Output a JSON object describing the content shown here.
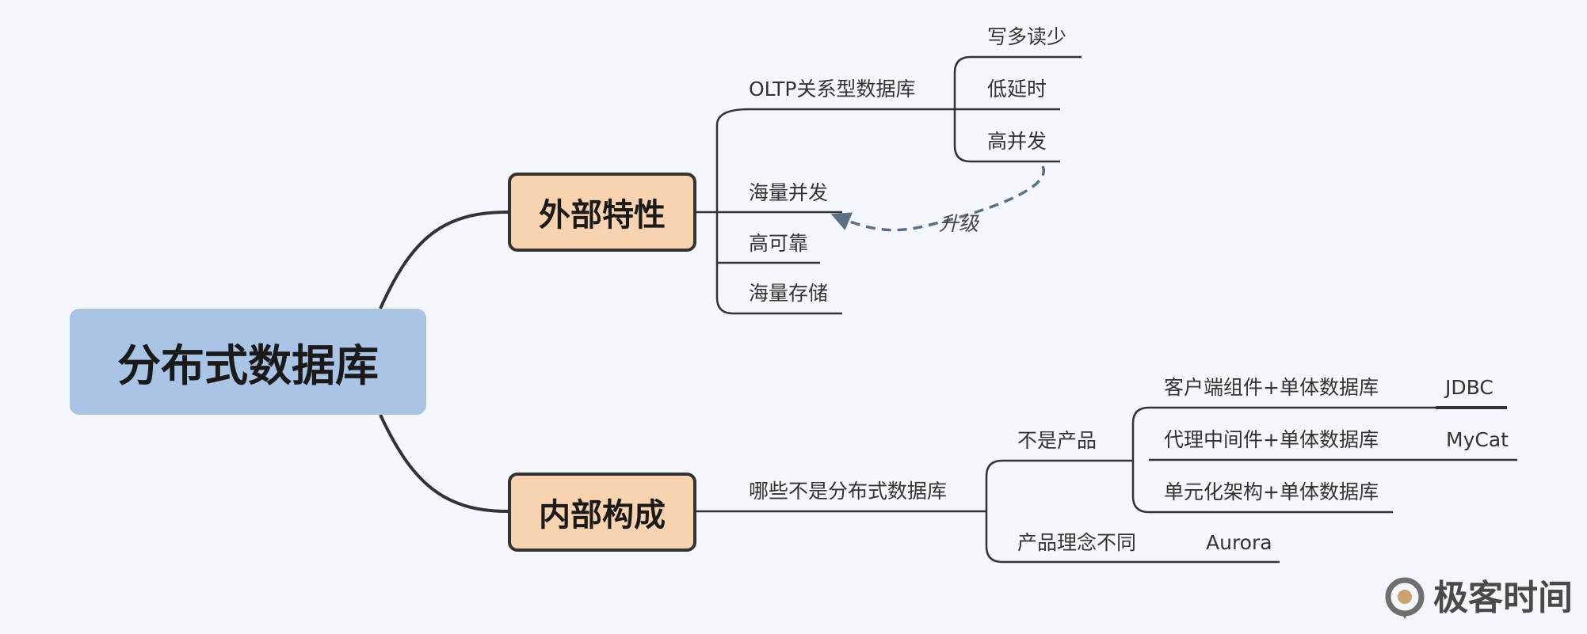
{
  "root": {
    "label": "分布式数据库"
  },
  "branches": [
    {
      "label": "外部特性",
      "children": [
        {
          "label": "OLTP关系型数据库",
          "children": [
            "写多读少",
            "低延时",
            "高并发"
          ]
        },
        {
          "label": "海量并发"
        },
        {
          "label": "高可靠"
        },
        {
          "label": "海量存储"
        }
      ]
    },
    {
      "label": "内部构成",
      "children": [
        {
          "label": "哪些不是分布式数据库",
          "children": [
            {
              "label": "不是产品",
              "children": [
                {
                  "label": "客户端组件+单体数据库",
                  "example": "JDBC"
                },
                {
                  "label": "代理中间件+单体数据库",
                  "example": "MyCat"
                },
                {
                  "label": "单元化架构+单体数据库"
                }
              ]
            },
            {
              "label": "产品理念不同",
              "example": "Aurora"
            }
          ]
        }
      ]
    }
  ],
  "relations": [
    {
      "label": "升级",
      "from": "高并发",
      "to": "海量并发"
    }
  ],
  "branding": {
    "logo_text": "极客时间"
  },
  "colors": {
    "background": "#f4f8fc",
    "root_fill": "#aac4e6",
    "branch_fill": "#f8d3b0",
    "line": "#333333",
    "relation_line": "#5b6f86"
  }
}
